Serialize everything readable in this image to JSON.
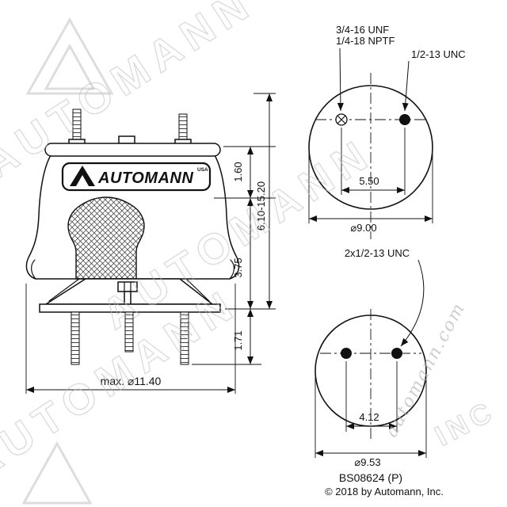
{
  "side_view": {
    "logo_text": "AUTOMANN",
    "logo_region": "USA",
    "dim_top": "1.60",
    "dim_height_range": "6.10-15.20",
    "dim_mid": "3.75",
    "dim_stud": "1.71",
    "dim_max_diameter": "max. ⌀11.40"
  },
  "top_view": {
    "fitting_label_line1": "3/4-16 UNF",
    "fitting_label_line2": "1/4-18 NPTF",
    "stud_label": "1/2-13 UNC",
    "dim_spacing": "5.50",
    "dim_diameter": "⌀9.00"
  },
  "bottom_view": {
    "studs_label": "2x1/2-13 UNC",
    "dim_spacing": "4.12",
    "dim_diameter": "⌀9.53"
  },
  "footer": {
    "part_number": "BS08624 (P)",
    "copyright": "© 2018 by Automann, Inc."
  },
  "watermark": {
    "brand": "AUTOMANN",
    "site": "automann.com",
    "suffix": "INC"
  }
}
